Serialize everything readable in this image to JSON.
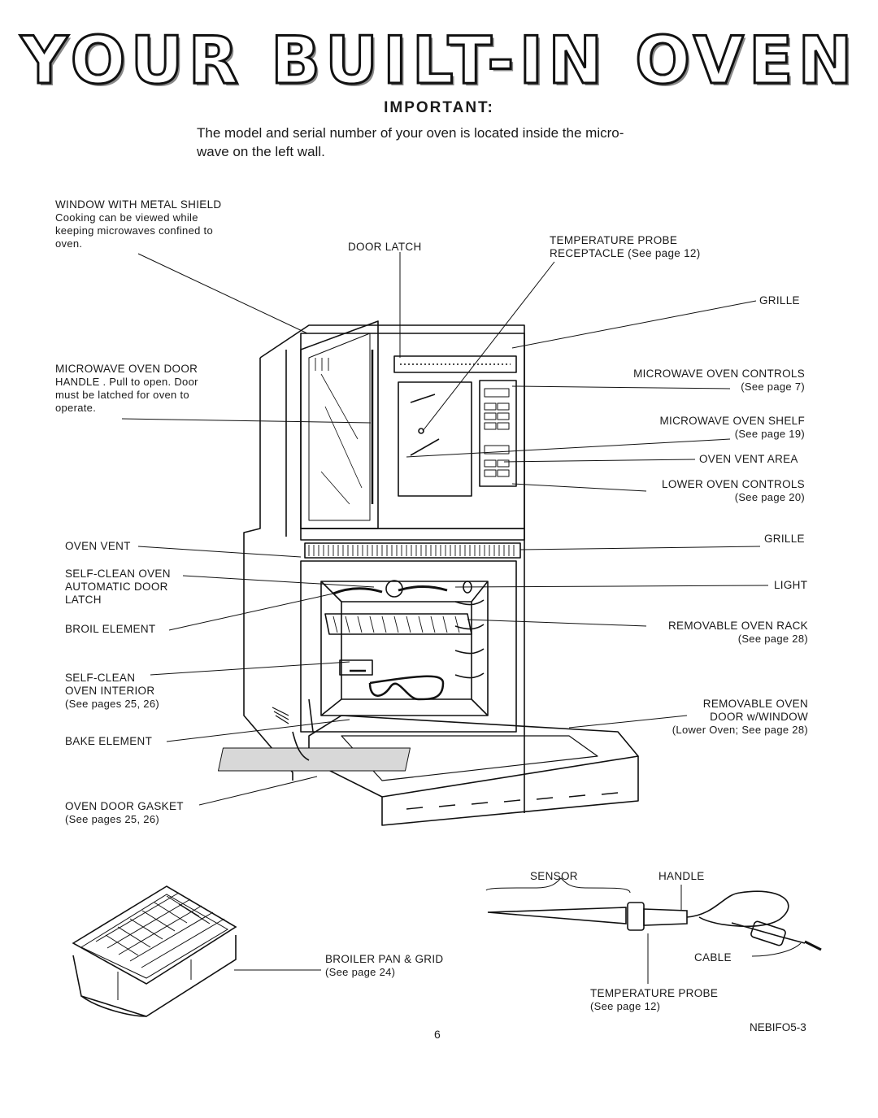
{
  "title": "YOUR BUILT-IN OVEN",
  "important": {
    "heading": "IMPORTANT:",
    "text_line1": "The model and serial number of your oven is located inside the micro-",
    "text_line2": "wave on the left wall."
  },
  "labels": {
    "window_shield": {
      "title": "WINDOW WITH METAL SHIELD",
      "line1": "Cooking can be viewed while",
      "line2": "keeping microwaves confined to",
      "line3": "oven."
    },
    "door_latch": "DOOR LATCH",
    "temp_probe_receptacle": {
      "title": "TEMPERATURE PROBE",
      "line2": "RECEPTACLE (See page 12)"
    },
    "grille_top": "GRILLE",
    "mw_door_handle": {
      "title": "MICROWAVE OVEN DOOR",
      "line1": "HANDLE . Pull to open. Door",
      "line2": "must be latched for oven to",
      "line3": "operate."
    },
    "mw_controls": {
      "title": "MICROWAVE OVEN CONTROLS",
      "see": "(See page 7)"
    },
    "mw_shelf": {
      "title": "MICROWAVE OVEN SHELF",
      "see": "(See page 19)"
    },
    "oven_vent_area": "OVEN VENT AREA",
    "lower_controls": {
      "title": "LOWER OVEN CONTROLS",
      "see": "(See page 20)"
    },
    "oven_vent": "OVEN VENT",
    "grille_bottom": "GRILLE",
    "self_clean_latch": {
      "line1": "SELF-CLEAN OVEN",
      "line2": "AUTOMATIC DOOR",
      "line3": "LATCH"
    },
    "light": "LIGHT",
    "broil_element": "BROIL ELEMENT",
    "oven_rack": {
      "title": "REMOVABLE OVEN RACK",
      "see": "(See page 28)"
    },
    "self_clean_interior": {
      "line1": "SELF-CLEAN",
      "line2": "OVEN INTERIOR",
      "see": "(See pages 25, 26)"
    },
    "oven_door": {
      "line1": "REMOVABLE OVEN",
      "line2": "DOOR w/WINDOW",
      "see": "(Lower Oven; See page 28)"
    },
    "bake_element": "BAKE ELEMENT",
    "gasket": {
      "title": "OVEN DOOR GASKET",
      "see": "(See pages 25, 26)"
    },
    "sensor": "SENSOR",
    "handle": "HANDLE",
    "cable": "CABLE",
    "broiler_pan": {
      "title": "BROILER PAN & GRID",
      "see": "(See page 24)"
    },
    "temp_probe": {
      "title": "TEMPERATURE PROBE",
      "see": "(See page 12)"
    }
  },
  "footer": {
    "page_number": "6",
    "code": "NEBIFO5-3"
  }
}
